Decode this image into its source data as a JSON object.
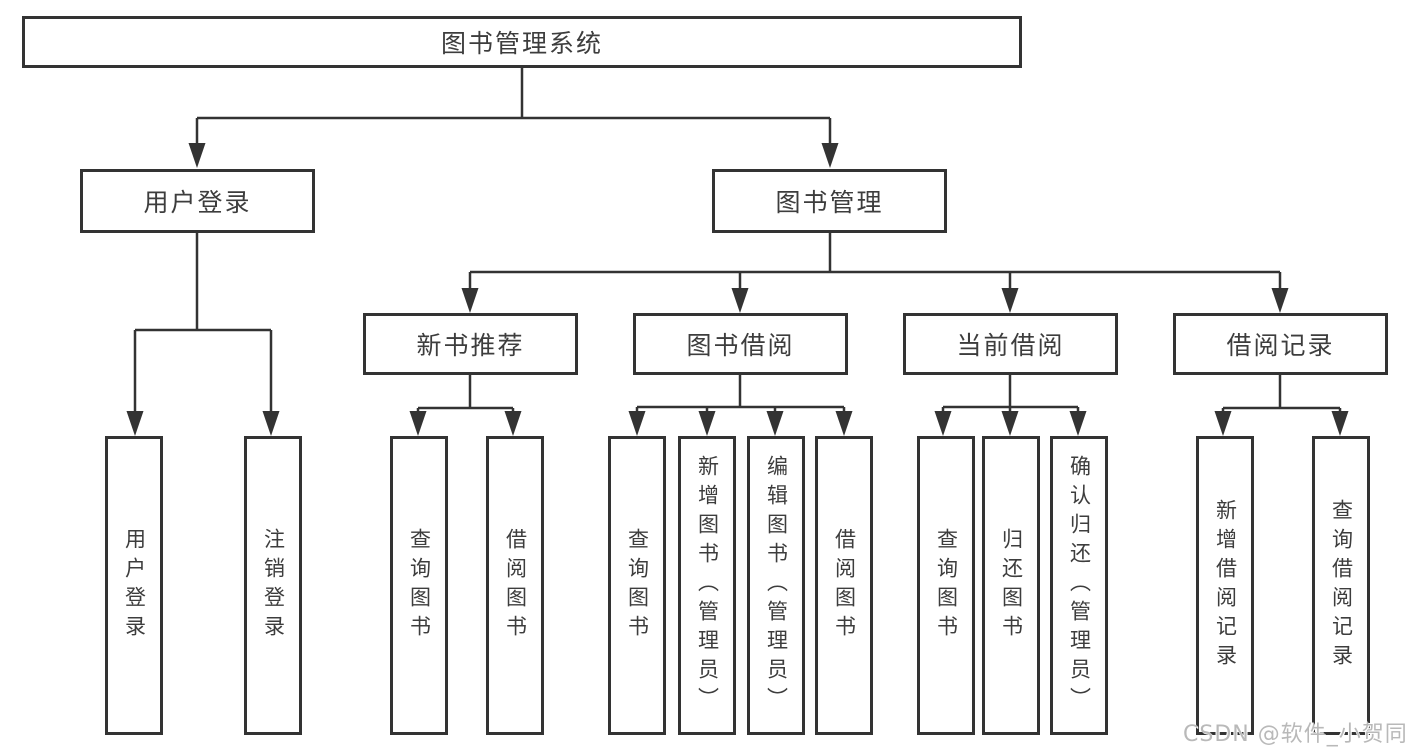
{
  "watermark": "CSDN @软件_小贺同学",
  "tree": {
    "root": "图书管理系统",
    "login": {
      "label": "用户登录",
      "children": [
        "用户登录",
        "注销登录"
      ]
    },
    "management": {
      "label": "图书管理",
      "sections": [
        {
          "label": "新书推荐",
          "children": [
            "查询图书",
            "借阅图书"
          ]
        },
        {
          "label": "图书借阅",
          "children": [
            "查询图书",
            "新增图书（管理员）",
            "编辑图书（管理员）",
            "借阅图书"
          ]
        },
        {
          "label": "当前借阅",
          "children": [
            "查询图书",
            "归还图书",
            "确认归还（管理员）"
          ]
        },
        {
          "label": "借阅记录",
          "children": [
            "新增借阅记录",
            "查询借阅记录"
          ]
        }
      ]
    }
  }
}
